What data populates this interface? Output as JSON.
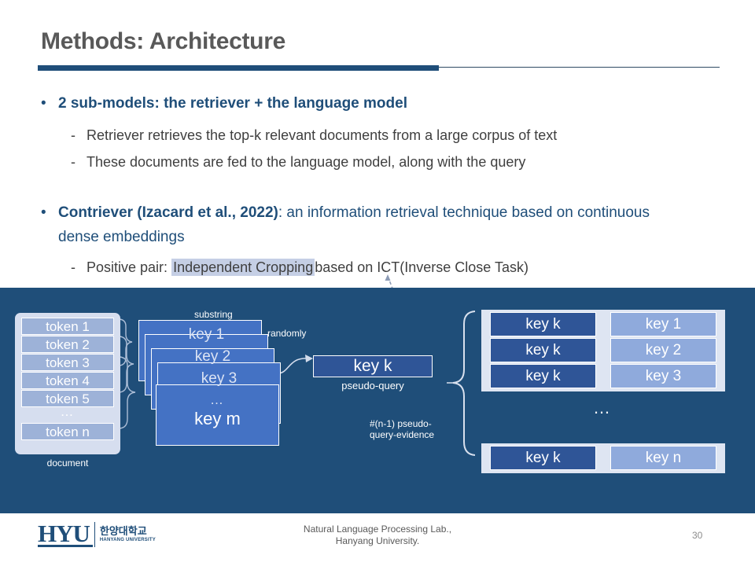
{
  "slide": {
    "title": "Methods: Architecture",
    "page_number": "30",
    "accent_color": "#1F4E79",
    "title_color": "#595959",
    "diagram_bg": "#1F4E79"
  },
  "body": {
    "bullet1": {
      "marker": "•",
      "text": "2 sub-models: the retriever + the language model"
    },
    "sub1": {
      "marker": "-",
      "text": "Retriever retrieves the top-k relevant documents from a large corpus of text"
    },
    "sub2": {
      "marker": "-",
      "text": "These documents are fed to the language model, along with the query"
    },
    "bullet2": {
      "marker": "•",
      "bold_part": "Contriever (Izacard et al., 2022)",
      "rest_part": ": an information retrieval technique based on continuous dense embeddings"
    },
    "sub3": {
      "marker": "-",
      "prefix": "Positive pair:",
      "highlight": "Independent Cropping",
      "suffix": "based on ICT(Inverse Close Task)",
      "highlight_color": "#C5CFE5"
    }
  },
  "diagram": {
    "document": {
      "label": "document",
      "tokens": [
        "token 1",
        "token 2",
        "token 3",
        "token 4",
        "token 5",
        "…",
        "token n"
      ]
    },
    "substring": {
      "label": "substring",
      "keys": [
        "key 1",
        "key 2",
        "key 3",
        "…",
        "key m"
      ],
      "card_color": "#4472C4"
    },
    "randomly_label": "randomly",
    "pseudo_query": {
      "box_label": "key k",
      "caption": "pseudo-query",
      "box_color": "#2F5597"
    },
    "evidence_label_line1": "#(n-1) pseudo-",
    "evidence_label_line2": "query-evidence",
    "pairs_top": [
      {
        "left": "key k",
        "right": "key 1"
      },
      {
        "left": "key k",
        "right": "key 2"
      },
      {
        "left": "key k",
        "right": "key 3"
      }
    ],
    "pairs_dots": "…",
    "pairs_bottom": [
      {
        "left": "key k",
        "right": "key n"
      }
    ],
    "pair_panel_color": "#DEE5F2",
    "pair_left_color": "#2F5597",
    "pair_right_color": "#8FAADC"
  },
  "footer": {
    "logo_main": "HYU",
    "logo_kr": "한양대학교",
    "logo_kr_sub": "HANYANG UNIVERSITY",
    "center_line1": "Natural Language Processing  Lab.,",
    "center_line2": "Hanyang University."
  }
}
